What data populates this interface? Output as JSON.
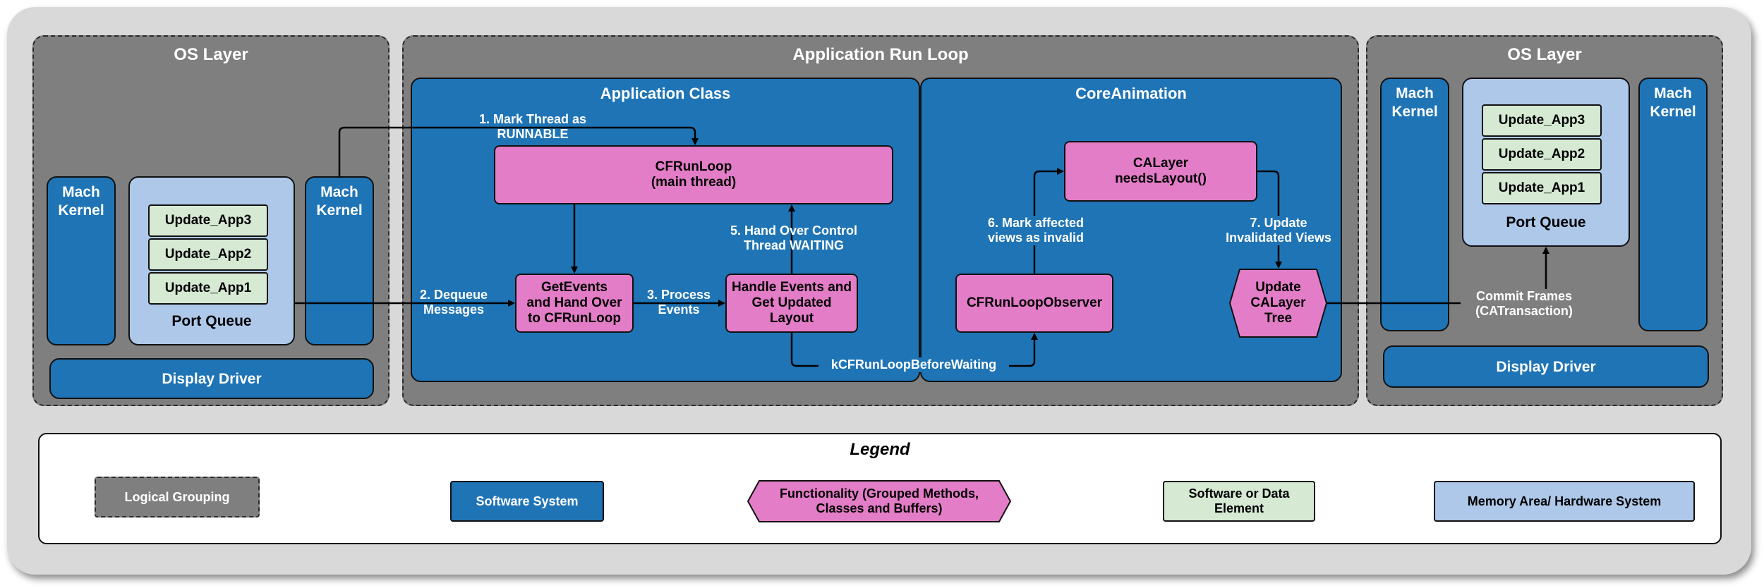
{
  "left_os": {
    "title": "OS Layer",
    "kernel_a": "Mach\nKernel",
    "kernel_b": "Mach\nKernel",
    "port_queue": {
      "label": "Port Queue",
      "items": [
        "Update_App3",
        "Update_App2",
        "Update_App1"
      ]
    },
    "display_driver": "Display Driver"
  },
  "app_run_loop": {
    "title": "Application Run Loop",
    "app_class": {
      "title": "Application Class",
      "cfrunloop": "CFRunLoop\n(main thread)",
      "get_events": "GetEvents\nand Hand Over\nto CFRunLoop",
      "handle_events": "Handle Events and\nGet Updated\nLayout"
    },
    "core_animation": {
      "title": "CoreAnimation",
      "calayer": "CALayer\nneedsLayout()",
      "observer": "CFRunLoopObserver",
      "update_tree": "Update\nCALayer\nTree"
    },
    "edge_labels": {
      "mark_thread": "1. Mark Thread as\nRUNNABLE",
      "dequeue": "2. Dequeue\nMessages",
      "process": "3. Process\nEvents",
      "hand_over": "5. Hand Over Control\nThread WAITING",
      "before_waiting": "kCFRunLoopBeforeWaiting",
      "mark_invalid": "6. Mark affected\nviews as invalid",
      "update_views": "7. Update\nInvalidated Views"
    }
  },
  "right_os": {
    "title": "OS Layer",
    "kernel_a": "Mach\nKernel",
    "kernel_b": "Mach\nKernel",
    "port_queue": {
      "label": "Port Queue",
      "items": [
        "Update_App3",
        "Update_App2",
        "Update_App1"
      ]
    },
    "display_driver": "Display Driver",
    "commit_label": "Commit Frames\n(CATransaction)"
  },
  "legend": {
    "title": "Legend",
    "logical": "Logical Grouping",
    "software": "Software System",
    "functionality": "Functionality (Grouped Methods,\nClasses and Buffers)",
    "element": "Software or Data\nElement",
    "memory": "Memory Area/ Hardware System"
  },
  "colors": {
    "group_fill": "#7f7f7f",
    "software_fill": "#1f74b6",
    "function_fill": "#e47dc8",
    "element_fill": "#d5e9d3",
    "memory_fill": "#aec8ea"
  }
}
